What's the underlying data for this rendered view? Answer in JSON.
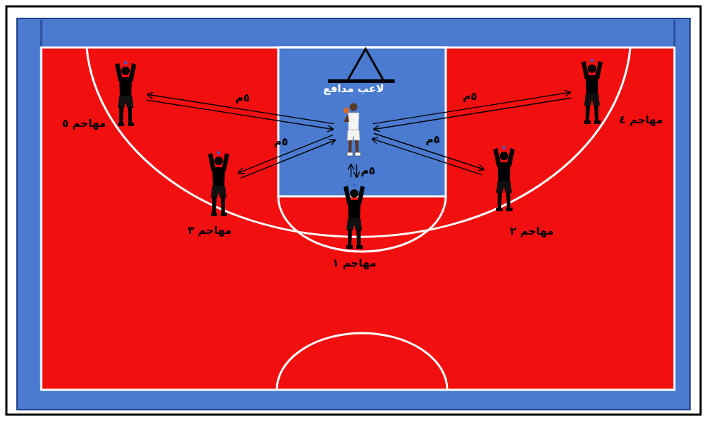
{
  "diagram": {
    "nodes": [
      {
        "text": [
          "لاعب مدافع"
        ]
      },
      {
        "text": [
          "مهاجم ١"
        ]
      },
      {
        "text": [
          "مهاجم ٢"
        ]
      },
      {
        "text": [
          "مهاجم ٣"
        ]
      },
      {
        "text": [
          "مهاجم ٤"
        ]
      },
      {
        "text": [
          "مهاجم ٥"
        ]
      }
    ],
    "edges": [
      {
        "from": 0,
        "to": 1,
        "arrow": "both",
        "label": "٥م"
      },
      {
        "from": 0,
        "to": 2,
        "arrow": "both",
        "label": "٥م"
      },
      {
        "from": 0,
        "to": 3,
        "arrow": "both",
        "label": "٥م"
      },
      {
        "from": 0,
        "to": 4,
        "arrow": "both",
        "label": "٥م"
      },
      {
        "from": 0,
        "to": 5,
        "arrow": "both",
        "label": "٥م"
      }
    ]
  }
}
